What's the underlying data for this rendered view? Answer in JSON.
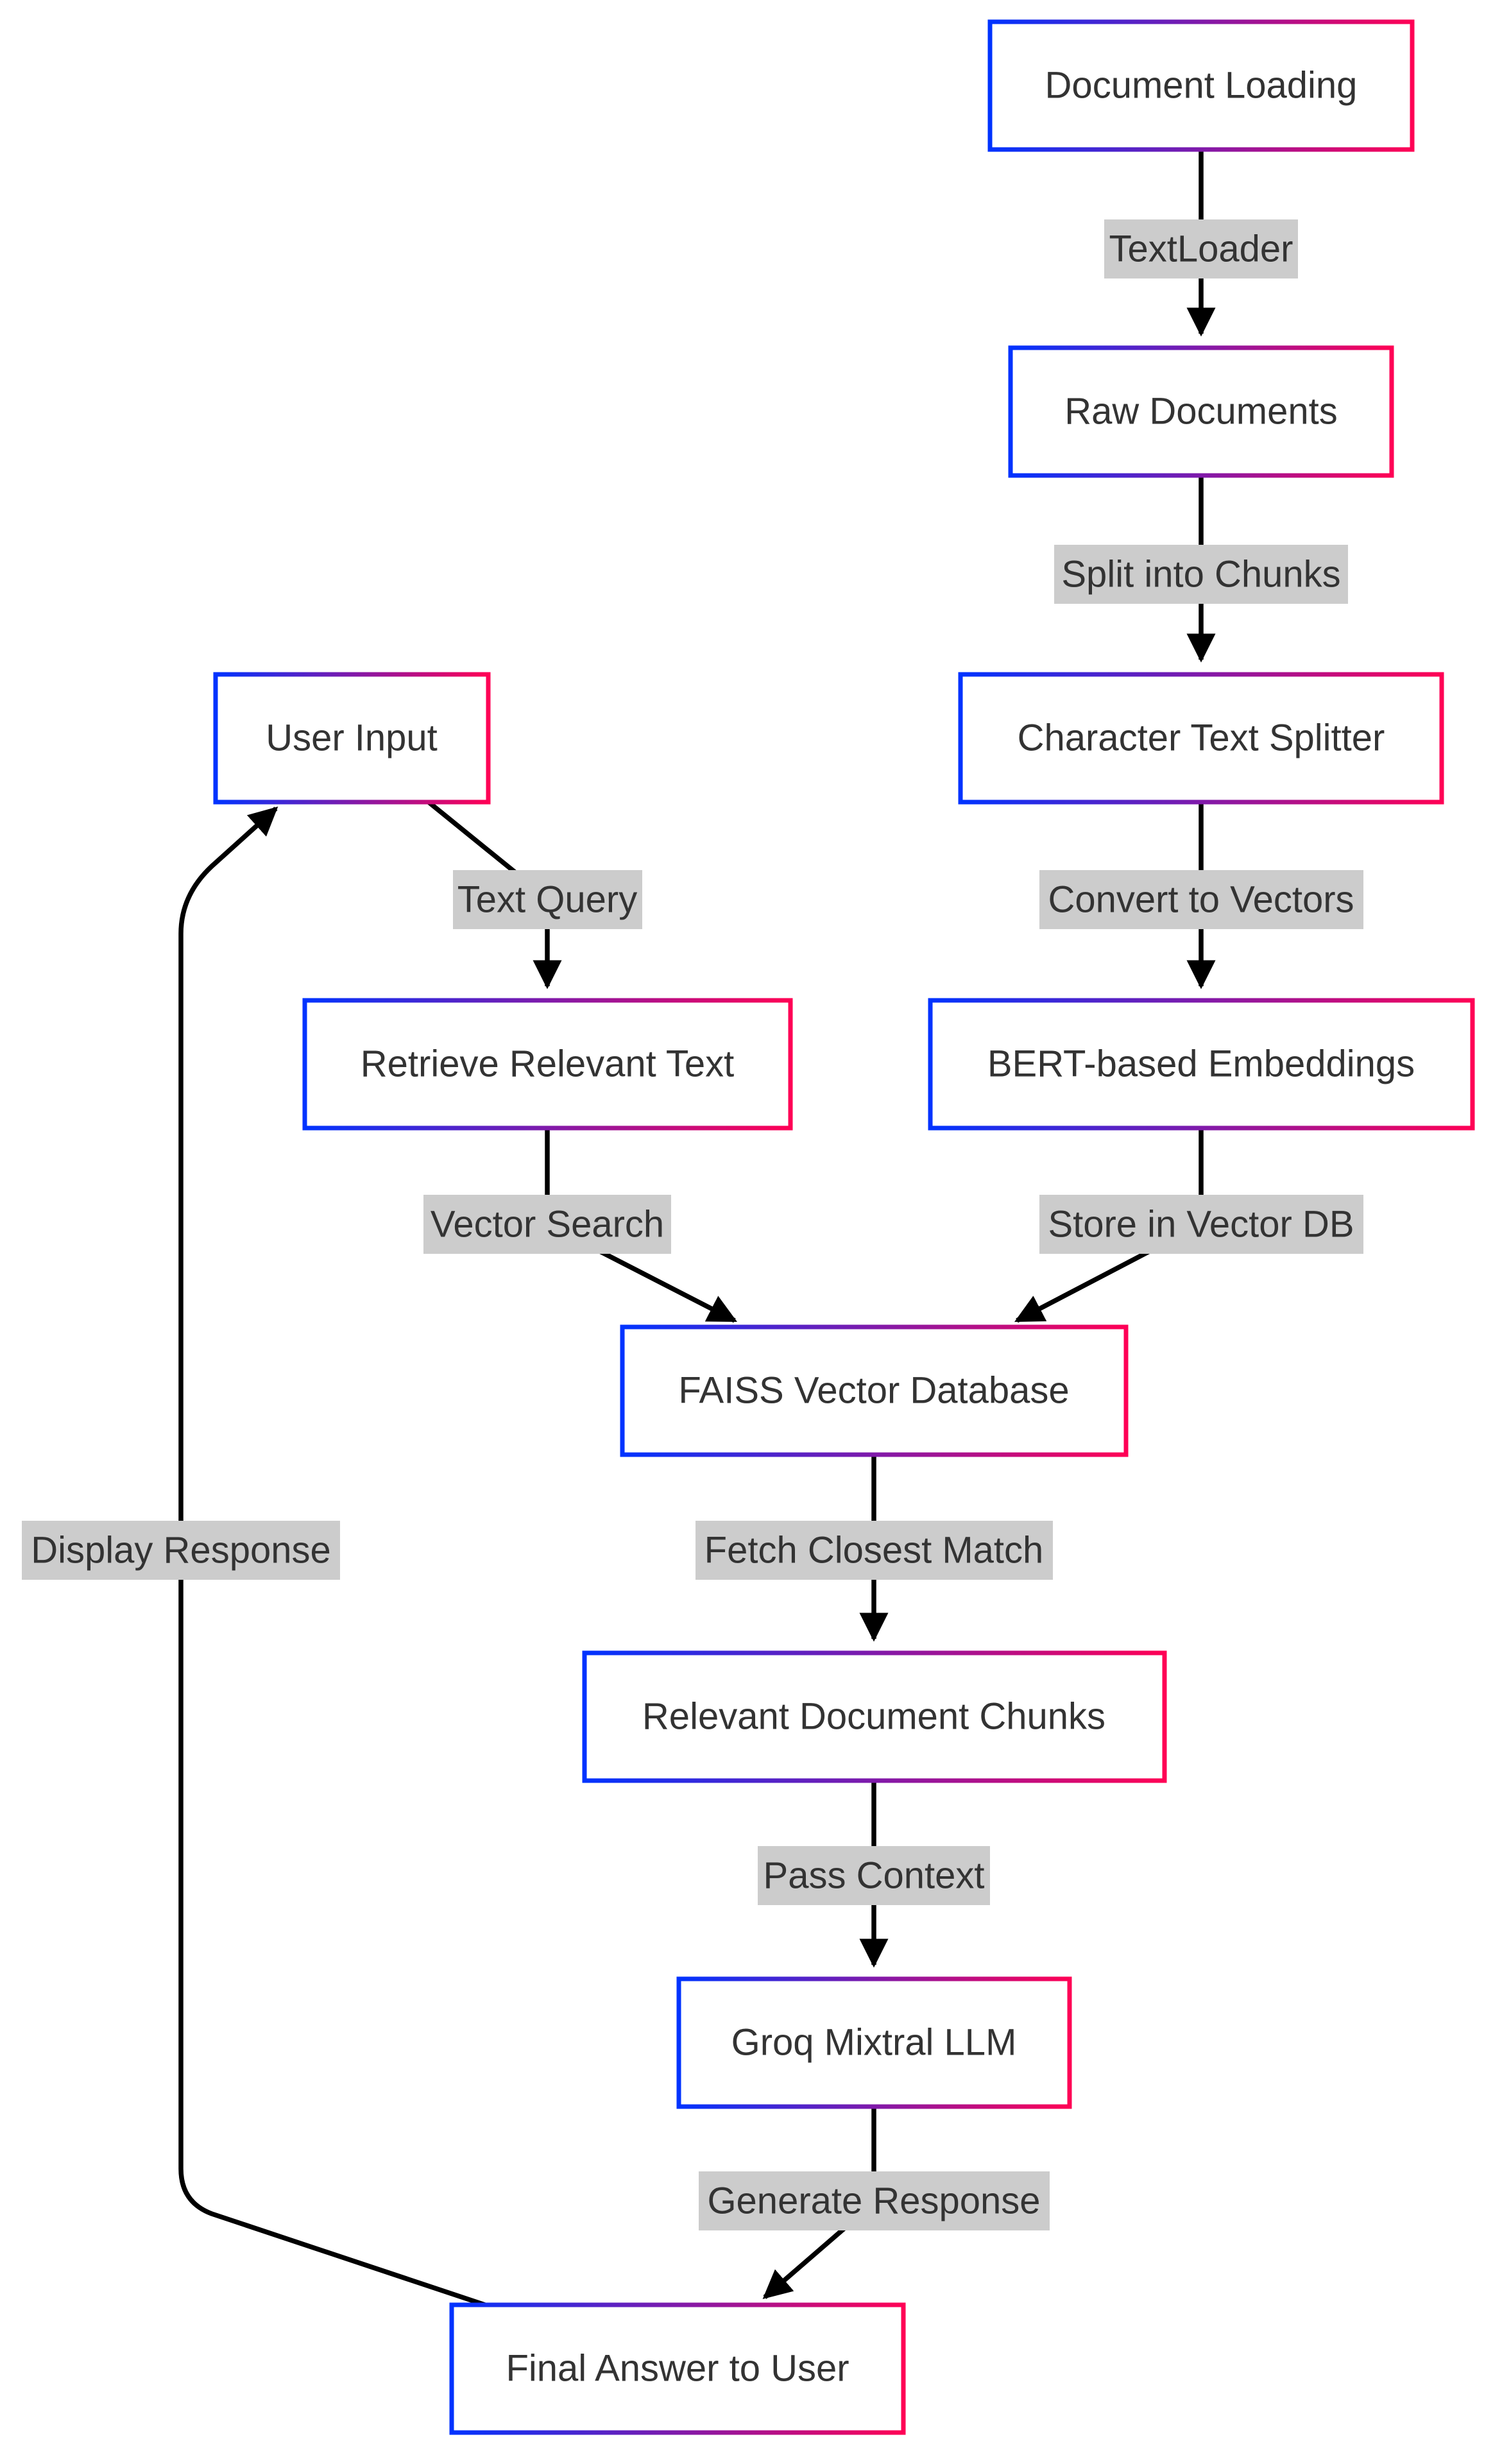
{
  "diagram": {
    "nodes": {
      "doc_loading": "Document Loading",
      "raw_documents": "Raw Documents",
      "char_splitter": "Character Text Splitter",
      "bert_embeddings": "BERT-based Embeddings",
      "user_input": "User Input",
      "retrieve_text": "Retrieve Relevant Text",
      "faiss_db": "FAISS Vector Database",
      "relevant_chunks": "Relevant Document Chunks",
      "groq_llm": "Groq Mixtral LLM",
      "final_answer": "Final Answer to User"
    },
    "edges": {
      "textloader": "TextLoader",
      "split_chunks": "Split into Chunks",
      "convert_vectors": "Convert to Vectors",
      "store_vector_db": "Store in Vector DB",
      "text_query": "Text Query",
      "vector_search": "Vector Search",
      "fetch_closest": "Fetch Closest Match",
      "pass_context": "Pass Context",
      "generate_response": "Generate Response",
      "display_response": "Display Response"
    }
  },
  "colors": {
    "border_gradient_start": "#0033ff",
    "border_gradient_end": "#ff0055",
    "edge_label_bg": "#cccccc",
    "text": "#333333",
    "line": "#000000"
  }
}
